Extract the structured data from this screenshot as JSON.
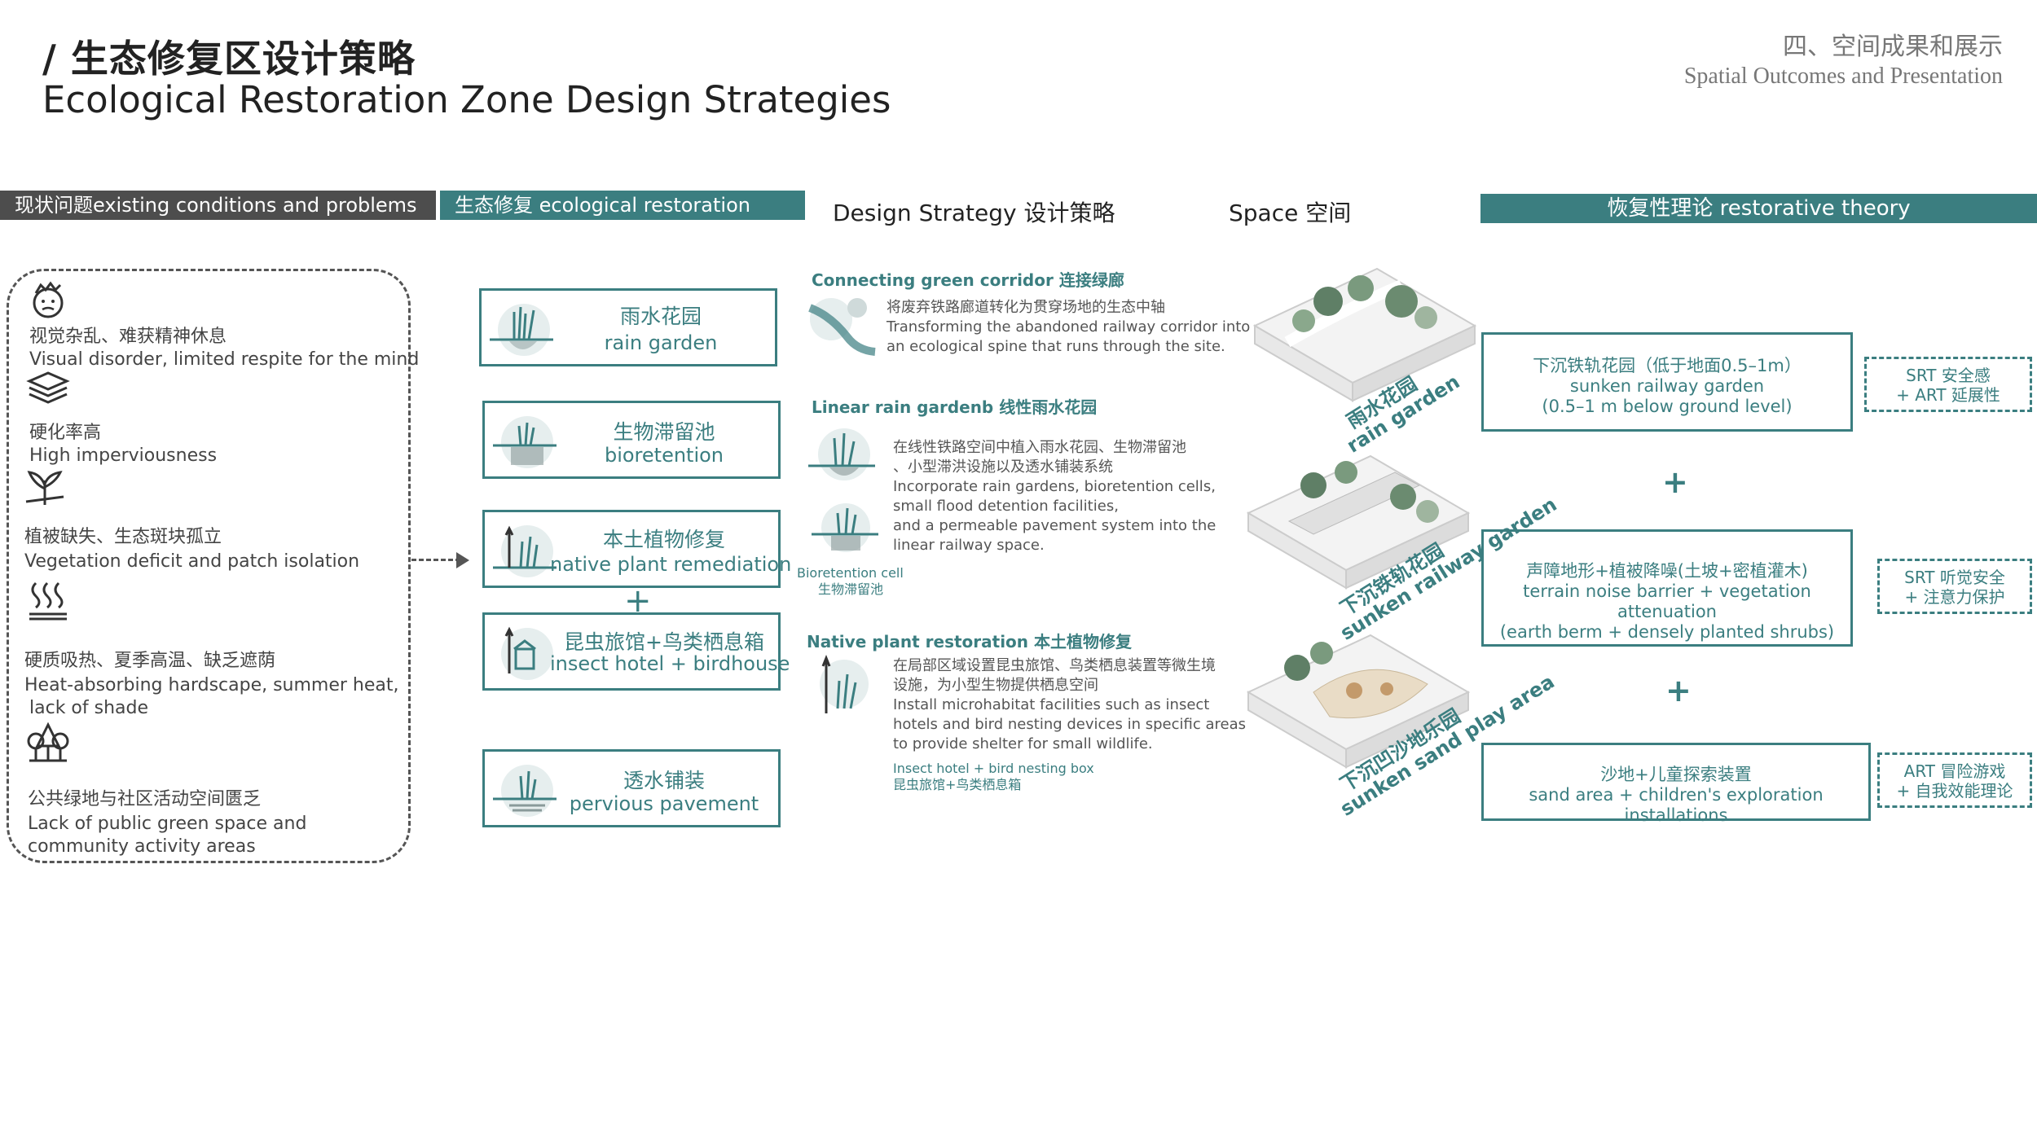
{
  "header": {
    "title_cn": "/ 生态修复区设计策略",
    "title_en": "Ecological Restoration Zone Design Strategies",
    "section_cn": "四、空间成果和展示",
    "section_en": "Spatial Outcomes and Presentation"
  },
  "columns": {
    "problems": "现状问题existing conditions and problems",
    "restoration": "生态修复 ecological restoration",
    "strategy": "Design Strategy 设计策略",
    "space": "Space 空间",
    "theory": "恢复性理论 restorative theory"
  },
  "problems": [
    {
      "icon": "stressed-face-icon",
      "cn": "视觉杂乱、难获精神休息",
      "en": "Visual disorder, limited respite for the mind"
    },
    {
      "icon": "paved-layers-icon",
      "cn": "硬化率高",
      "en": "High imperviousness"
    },
    {
      "icon": "sparse-plant-icon",
      "cn": "植被缺失、生态斑块孤立",
      "en": "Vegetation deficit and patch isolation"
    },
    {
      "icon": "heat-waves-icon",
      "cn": "硬质吸热、夏季高温、缺乏遮荫",
      "en": "Heat-absorbing hardscape, summer heat,",
      "en2": "lack of shade"
    },
    {
      "icon": "tree-cluster-icon",
      "cn": "公共绿地与社区活动空间匮乏",
      "en": "Lack of public green space and",
      "en2": "community activity areas"
    }
  ],
  "restoration": [
    {
      "icon": "rain-garden-icon",
      "cn": "雨水花园",
      "en": "rain garden"
    },
    {
      "icon": "bioretention-icon",
      "cn": "生物滞留池",
      "en": "bioretention"
    },
    {
      "icon": "native-plant-icon",
      "cn": "本土植物修复",
      "en": "native plant remediation"
    },
    {
      "icon": "insect-hotel-icon",
      "cn": "昆虫旅馆+鸟类栖息箱",
      "en": "insect hotel + birdhouse"
    },
    {
      "icon": "pervious-pavement-icon",
      "cn": "透水铺装",
      "en": "pervious pavement"
    }
  ],
  "restoration_plus": "+",
  "strategies": {
    "corridor": {
      "head": "Connecting green corridor 连接绿廊",
      "lines": [
        "将废弃铁路廊道转化为贯穿场地的生态中轴",
        "Transforming the abandoned railway corridor into",
        "an ecological spine that runs through the site."
      ]
    },
    "linear": {
      "head": "Linear rain gardenb 线性雨水花园",
      "lines": [
        "在线性铁路空间中植入雨水花园、生物滞留池",
        "、小型滞洪设施以及透水铺装系统",
        "Incorporate rain gardens, bioretention cells,",
        "small flood detention facilities,",
        "and a permeable pavement system into the",
        "linear railway space."
      ],
      "caption_en": "Bioretention cell",
      "caption_cn": "生物滞留池"
    },
    "native": {
      "head": "Native plant restoration 本土植物修复",
      "lines": [
        "在局部区域设置昆虫旅馆、鸟类栖息装置等微生境",
        "设施，为小型生物提供栖息空间",
        "Install microhabitat facilities such as insect",
        "hotels and bird nesting devices in specific areas",
        "to provide shelter for small wildlife."
      ],
      "caption_en": "Insect hotel + bird nesting box",
      "caption_cn": "昆虫旅馆+鸟类栖息箱"
    }
  },
  "spaces": [
    {
      "cn": "雨水花园",
      "en": "rain garden"
    },
    {
      "cn": "下沉铁轨花园",
      "en": "sunken railway garden"
    },
    {
      "cn": "下沉凹沙地乐园",
      "en": "sunken sand play area"
    }
  ],
  "theory": [
    {
      "lines": [
        "下沉铁轨花园（低于地面0.5–1m）",
        "sunken railway garden",
        "(0.5–1 m below ground level)"
      ],
      "note": [
        "SRT 安全感",
        "+ ART 延展性"
      ]
    },
    {
      "lines": [
        "声障地形+植被降噪(土坡+密植灌木)",
        "terrain noise barrier + vegetation attenuation",
        "(earth berm + densely planted shrubs)"
      ],
      "note": [
        "SRT 听觉安全",
        "+ 注意力保护"
      ]
    },
    {
      "lines": [
        "沙地+儿童探索装置",
        "sand area + children's exploration installations"
      ],
      "note": [
        "ART 冒险游戏",
        "+ 自我效能理论"
      ]
    }
  ],
  "theory_plus": "+",
  "colors": {
    "accent": "#3b7e80",
    "dark_bar": "#4d4d4d"
  }
}
